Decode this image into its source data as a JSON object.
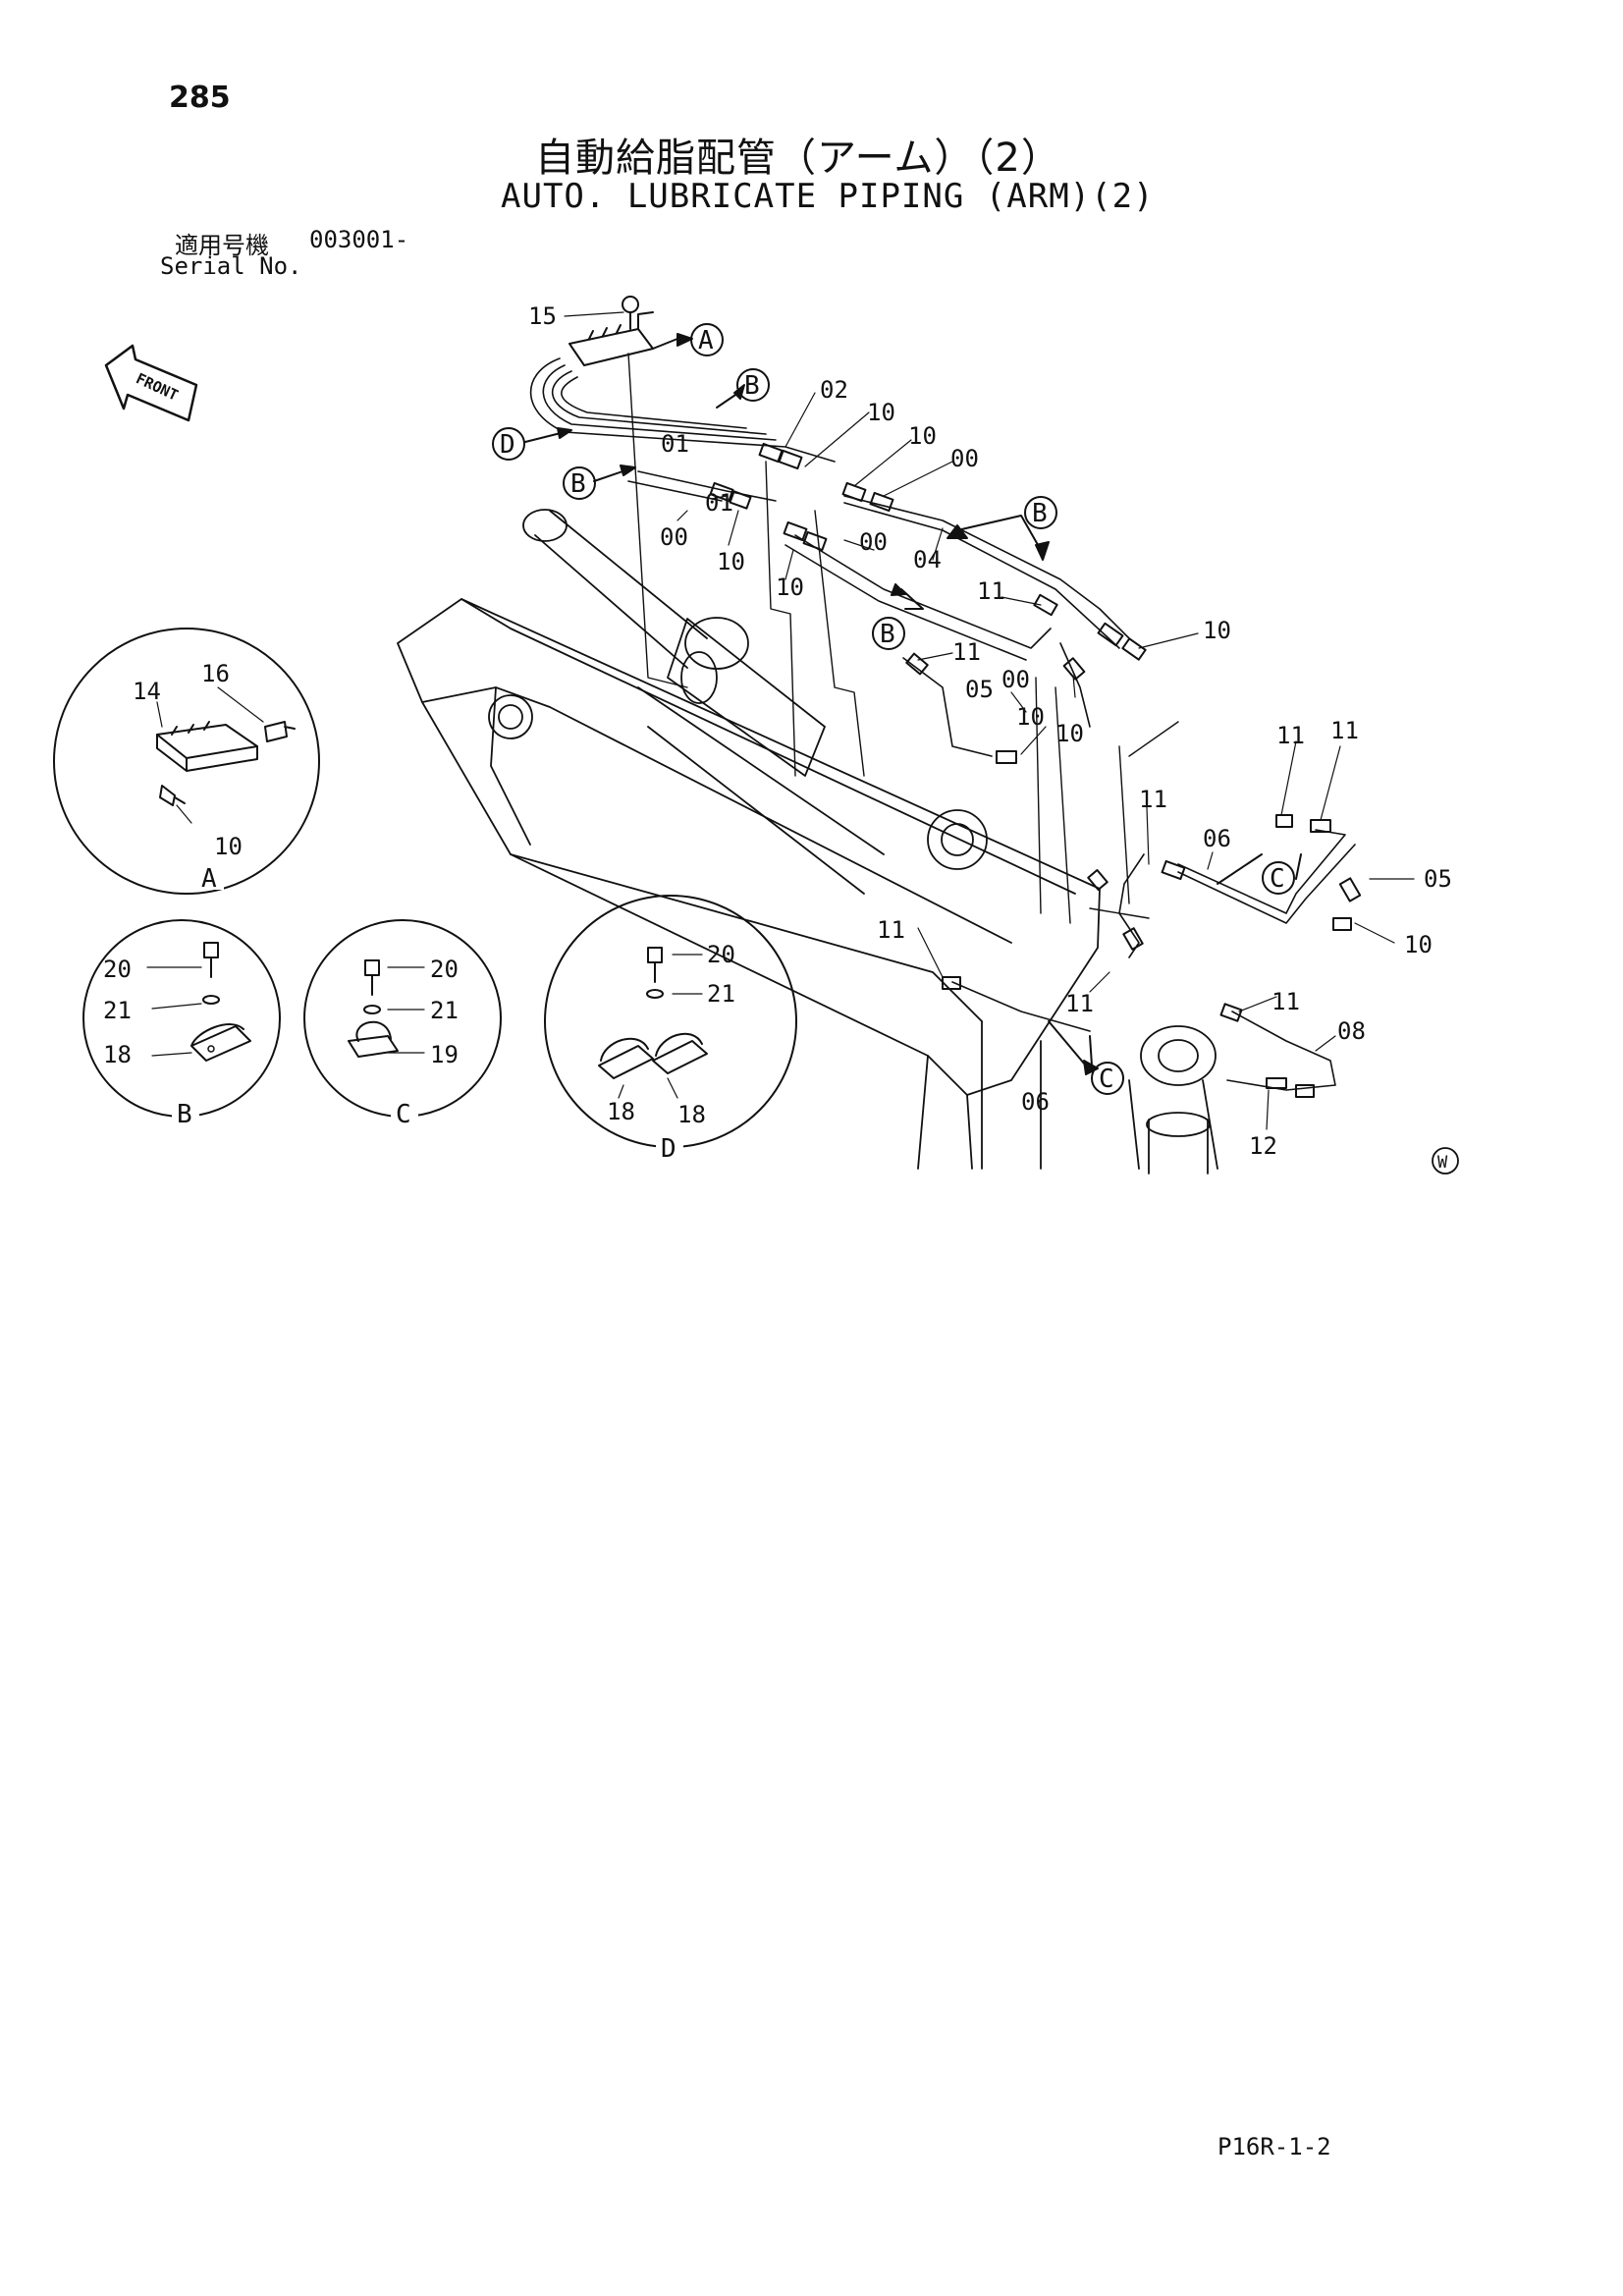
{
  "page": {
    "number": "285",
    "title_jp": "自動給脂配管（アーム）（2）",
    "title_en": "AUTO. LUBRICATE PIPING (ARM)(2)",
    "serial_label_jp": "適用号機",
    "serial_label_en": "Serial No.",
    "serial_value": "003001-",
    "footer_code": "P16R-1-2",
    "front_label": "FRONT",
    "watermark_symbol": "W"
  },
  "callouts": {
    "A": "A",
    "B": "B",
    "C": "C",
    "D": "D"
  },
  "detail_labels": {
    "A": "A",
    "B": "B",
    "C": "C",
    "D": "D"
  },
  "part_numbers": {
    "p00": "00",
    "p01": "01",
    "p02": "02",
    "p04": "04",
    "p05": "05",
    "p06": "06",
    "p08": "08",
    "p10": "10",
    "p11": "11",
    "p12": "12",
    "p14": "14",
    "p15": "15",
    "p16": "16",
    "p18": "18",
    "p19": "19",
    "p20": "20",
    "p21": "21"
  }
}
